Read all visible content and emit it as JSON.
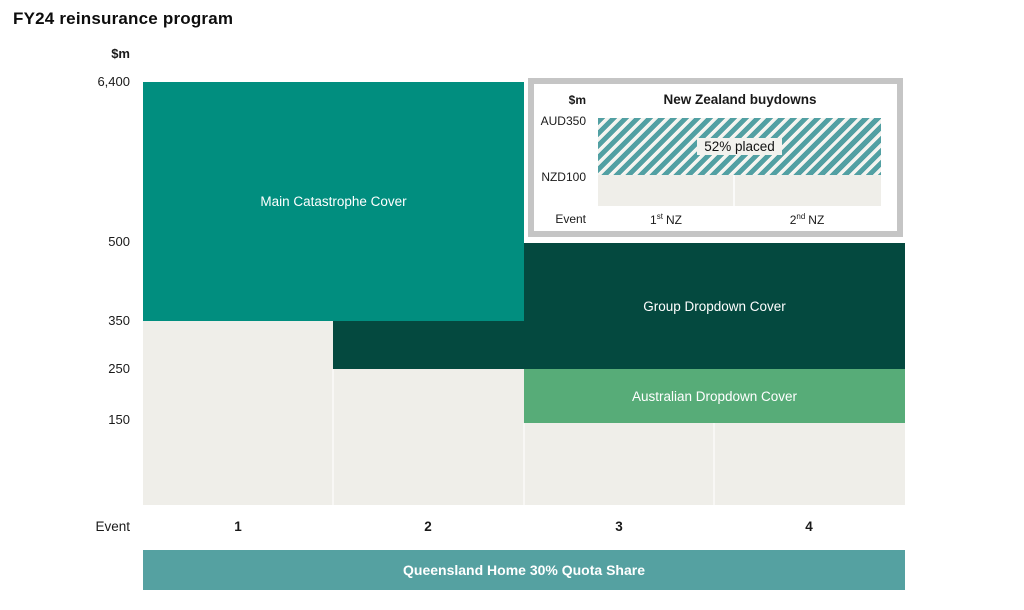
{
  "page": {
    "title": "FY24 reinsurance program"
  },
  "colors": {
    "main_cover_teal": "#018E7F",
    "dropdown_dark_green": "#04493F",
    "australian_green": "#57AC78",
    "quota_share_teal": "#55A1A1",
    "hatch_teal": "#52A0A3",
    "plot_background_gray": "#EFEEE9",
    "inset_border_gray": "#C5C5C5"
  },
  "main_chart": {
    "unit_label": "$m",
    "yticks": [
      "6,400",
      "500",
      "350",
      "250",
      "150"
    ],
    "xaxis_label": "Event",
    "xticks": [
      "1",
      "2",
      "3",
      "4"
    ],
    "blocks": {
      "main_cover": "Main Catastrophe Cover",
      "group_dropdown": "Group Dropdown Cover",
      "australian_dropdown": "Australian Dropdown Cover",
      "quota_share": "Queensland Home 30% Quota Share"
    }
  },
  "inset": {
    "title": "New Zealand buydowns",
    "unit_label": "$m",
    "yticks": [
      "AUD350",
      "NZD100"
    ],
    "bar_label": "52% placed",
    "xaxis_label": "Event",
    "xticks": [
      {
        "num": "1",
        "ordinal": "st",
        "suffix": "NZ"
      },
      {
        "num": "2",
        "ordinal": "nd",
        "suffix": "NZ"
      }
    ]
  },
  "chart_data": [
    {
      "type": "area",
      "title": "FY24 reinsurance program",
      "xlabel": "Event",
      "ylabel": "$m",
      "x_categories": [
        "1",
        "2",
        "3",
        "4"
      ],
      "ytick_values": [
        150,
        250,
        350,
        500,
        6400
      ],
      "layout_hints": {
        "grid": false,
        "y_axis_compressed_above": 500
      },
      "layers": [
        {
          "name": "Main Catastrophe Cover",
          "events": [
            1,
            2
          ],
          "from": 350,
          "to": 6400,
          "color": "#018E7F"
        },
        {
          "name": "Group Dropdown Cover",
          "events": [
            2
          ],
          "from": 250,
          "to": 350,
          "color": "#04493F"
        },
        {
          "name": "Group Dropdown Cover",
          "events": [
            3,
            4
          ],
          "from": 250,
          "to": 500,
          "color": "#04493F"
        },
        {
          "name": "Australian Dropdown Cover",
          "events": [
            3,
            4
          ],
          "from": 150,
          "to": 250,
          "color": "#57AC78"
        },
        {
          "name": "Queensland Home 30% Quota Share",
          "events": [
            1,
            2,
            3,
            4
          ],
          "position": "band_below_axis",
          "color": "#55A1A1"
        }
      ]
    },
    {
      "type": "bar",
      "title": "New Zealand buydowns",
      "xlabel": "Event",
      "ylabel": "$m",
      "x_categories": [
        "1st NZ",
        "2nd NZ"
      ],
      "layers": [
        {
          "name": "NZ buydown layer",
          "events": [
            "1st NZ",
            "2nd NZ"
          ],
          "from": "NZD100",
          "to": "AUD350",
          "fill": "diagonal-hatch",
          "annotation": "52% placed"
        }
      ]
    }
  ]
}
